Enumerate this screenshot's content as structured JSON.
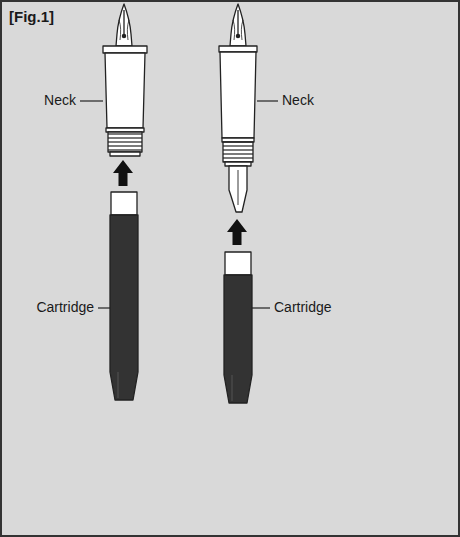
{
  "diagram": {
    "title": "[Fig.1]",
    "labels": [
      "Neck",
      "Neck",
      "Cartridge",
      "Cartridge"
    ]
  }
}
